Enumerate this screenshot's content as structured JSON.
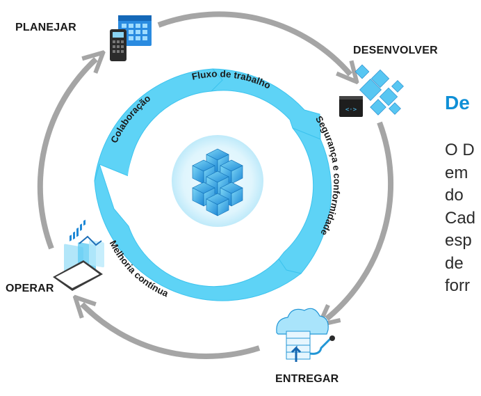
{
  "phases": {
    "planejar": "PLANEJAR",
    "desenvolver": "DESENVOLVER",
    "entregar": "ENTREGAR",
    "operar": "OPERAR"
  },
  "ring": {
    "fluxo": "Fluxo de trabalho",
    "seguranca": "Segurança e conformidade",
    "melhoria": "Melhoria contínua",
    "colaboracao": "Colaboração"
  },
  "side": {
    "title": "De",
    "lines": [
      "O D",
      "em",
      "do",
      "Cad",
      "esp",
      "de",
      "forr"
    ]
  },
  "colors": {
    "ring_fill": "#5ed3f6",
    "ring_edge": "#3cc3ee",
    "arrow_gray": "#a5a5a5",
    "accent_blue": "#0f8fd6",
    "dark_label": "#1a1a1a"
  }
}
